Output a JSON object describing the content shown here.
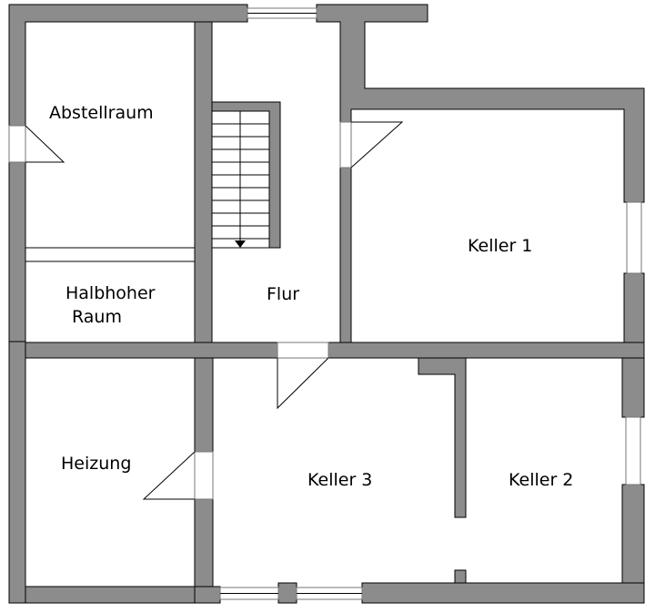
{
  "rooms": {
    "abstellraum": "Abstellraum",
    "halbhoher_line1": "Halbhoher",
    "halbhoher_line2": "Raum",
    "flur": "Flur",
    "keller1": "Keller 1",
    "heizung": "Heizung",
    "keller3": "Keller 3",
    "keller2": "Keller 2"
  },
  "colors": {
    "wall": "#8c8c8c",
    "line": "#000000",
    "background": "#ffffff"
  }
}
